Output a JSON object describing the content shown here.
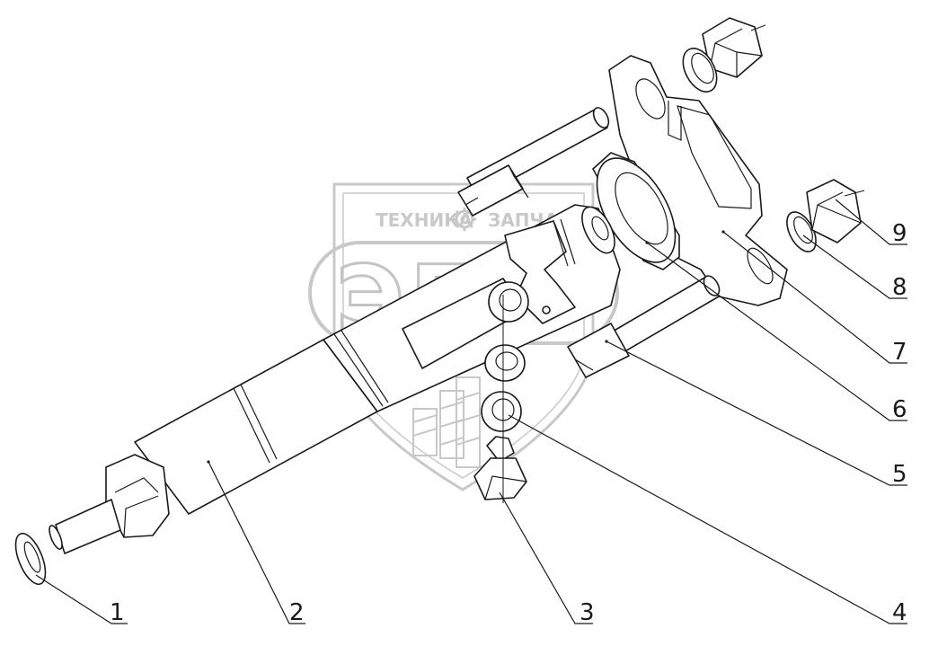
{
  "watermark": {
    "top_line_left": "ТЕХНИКА",
    "top_line_right": "ЗАПЧАСТИ",
    "big_letters": "ЭПФ",
    "gear_icon": "gear-icon"
  },
  "callouts": [
    {
      "id": "1",
      "label": "1"
    },
    {
      "id": "2",
      "label": "2"
    },
    {
      "id": "3",
      "label": "3"
    },
    {
      "id": "4",
      "label": "4"
    },
    {
      "id": "5",
      "label": "5"
    },
    {
      "id": "6",
      "label": "6"
    },
    {
      "id": "7",
      "label": "7"
    },
    {
      "id": "8",
      "label": "8"
    },
    {
      "id": "9",
      "label": "9"
    }
  ],
  "colors": {
    "line": "#1a1a1a",
    "watermark": "#c8c8c8",
    "background": "#ffffff"
  }
}
